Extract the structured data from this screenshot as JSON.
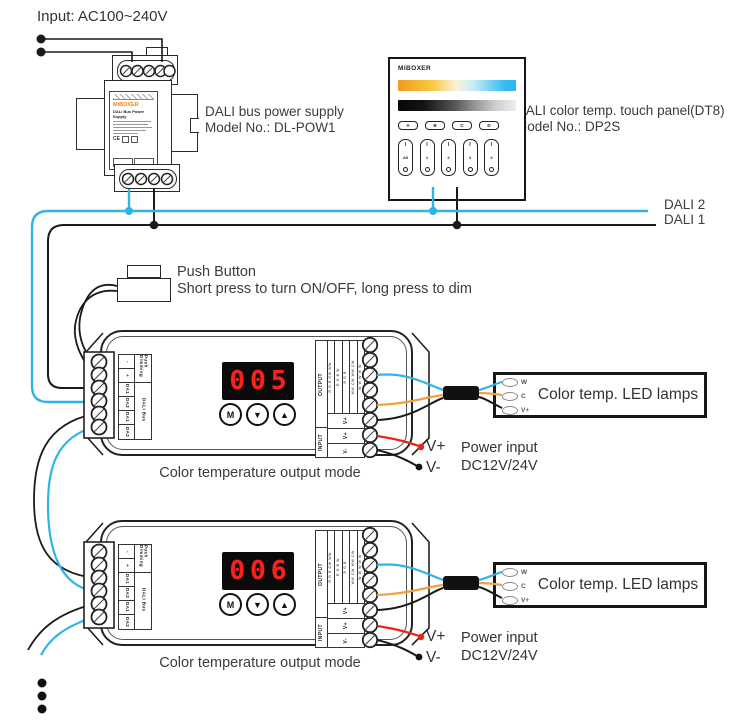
{
  "input_power_label": "Input: AC100~240V",
  "psu": {
    "brand": "MiBOXER",
    "label_title": "DALI Bus Power Supply",
    "cert": "CE",
    "callout": [
      "DALI bus power supply",
      "Model No.: DL-POW1"
    ]
  },
  "touch_panel": {
    "brand": "MIBOXER",
    "group_buttons": [
      "A",
      "B",
      "C",
      "D"
    ],
    "zones": [
      {
        "on": "I",
        "name": "All",
        "off": "O"
      },
      {
        "on": "I",
        "name": "1",
        "off": "O"
      },
      {
        "on": "I",
        "name": "2",
        "off": "O"
      },
      {
        "on": "I",
        "name": "3",
        "off": "O"
      },
      {
        "on": "I",
        "name": "4",
        "off": "O"
      }
    ],
    "callout": [
      "DALI color temp. touch panel(DT8)",
      "Model No.: DP2S"
    ]
  },
  "bus_labels": {
    "dali2": "DALI 2",
    "dali1": "DALI 1"
  },
  "push_button": {
    "title": "Push Button",
    "description": "Short press to turn ON/OFF, long press to dim"
  },
  "controller_shared": {
    "left_terminals": [
      "-",
      "+",
      "DA1",
      "DA2",
      "DA1",
      "DA2"
    ],
    "left_groups": [
      "Push Dimming",
      "DALI Bus"
    ],
    "output_label": "OUTPUT",
    "input_label": "INPUT",
    "output_mode_columns": [
      "R G B CW WW",
      "R G B W",
      "R G B",
      "WW CW WW CW",
      "W W W W W"
    ],
    "output_vplus": "V+",
    "input_vplus": "V+",
    "input_vminus": "V-",
    "buttons": [
      "M",
      "▼",
      "▲"
    ]
  },
  "controllers": [
    {
      "display": "005",
      "caption": "Color temperature output mode"
    },
    {
      "display": "006",
      "caption": "Color temperature output mode"
    }
  ],
  "led_lamp": {
    "label": "Color temp. LED lamps",
    "pins": [
      "W",
      "C",
      "V+"
    ]
  },
  "power_input": {
    "vplus": "V+",
    "vminus": "V-",
    "description": [
      "Power input",
      "DC12V/24V"
    ]
  },
  "colors": {
    "dali2_wire": "#2fb4e8",
    "dali1_wire": "#1a1a1a",
    "orange_wire": "#f0a03c",
    "red_wire": "#e82318",
    "display_digits": "#f5231c",
    "brand_orange": "#f08519"
  }
}
